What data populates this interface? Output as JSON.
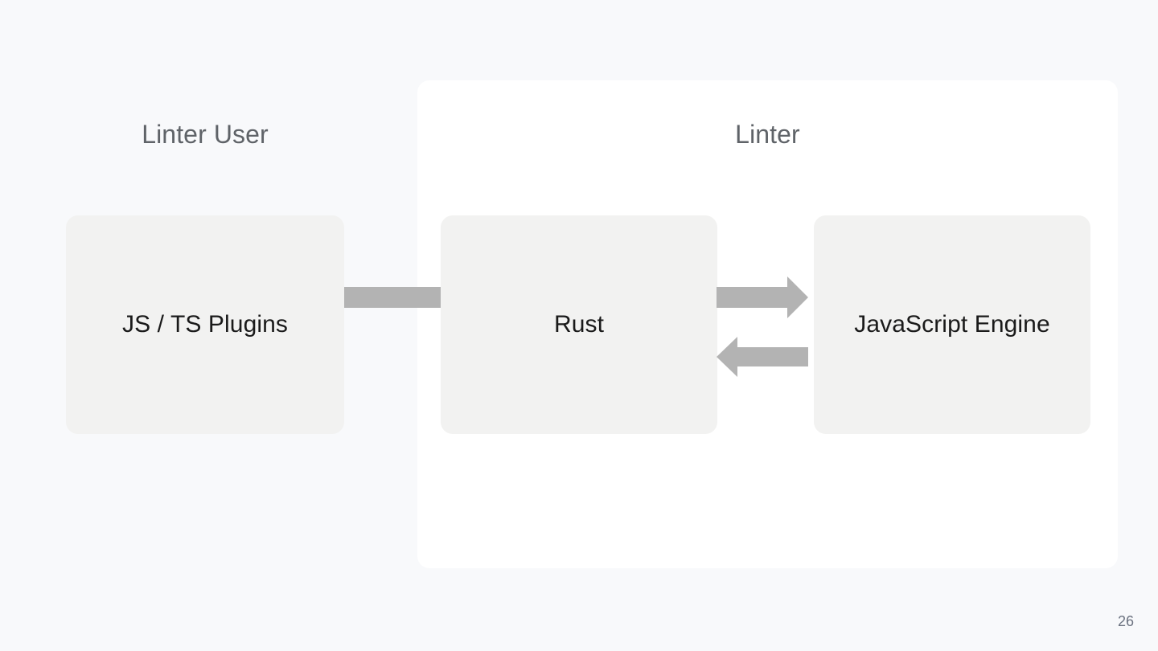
{
  "slide": {
    "page_number": "26",
    "background_color": "#f8f9fb"
  },
  "groups": [
    {
      "id": "linter-user",
      "caption": "Linter User",
      "caption_color": "#5f6368",
      "has_panel": false
    },
    {
      "id": "linter",
      "caption": "Linter",
      "caption_color": "#5f6368",
      "has_panel": true,
      "panel_color": "#ffffff"
    }
  ],
  "nodes": [
    {
      "id": "js-ts-plugins",
      "label": "JS / TS Plugins",
      "group": "linter-user",
      "fill_color": "#f2f2f1",
      "text_color": "#1a1a1a"
    },
    {
      "id": "rust",
      "label": "Rust",
      "group": "linter",
      "fill_color": "#f2f2f1",
      "text_color": "#1a1a1a"
    },
    {
      "id": "javascript-engine",
      "label": "JavaScript Engine",
      "group": "linter",
      "fill_color": "#f2f2f1",
      "text_color": "#1a1a1a"
    }
  ],
  "connectors": [
    {
      "id": "plugins-to-rust",
      "from": "js-ts-plugins",
      "to": "rust",
      "style": "bar",
      "arrowhead": "none",
      "color": "#b3b3b3"
    },
    {
      "id": "rust-to-engine",
      "from": "rust",
      "to": "javascript-engine",
      "style": "arrow",
      "arrowhead": "right",
      "color": "#b3b3b3"
    },
    {
      "id": "engine-to-rust",
      "from": "javascript-engine",
      "to": "rust",
      "style": "arrow",
      "arrowhead": "left",
      "color": "#b3b3b3"
    }
  ]
}
